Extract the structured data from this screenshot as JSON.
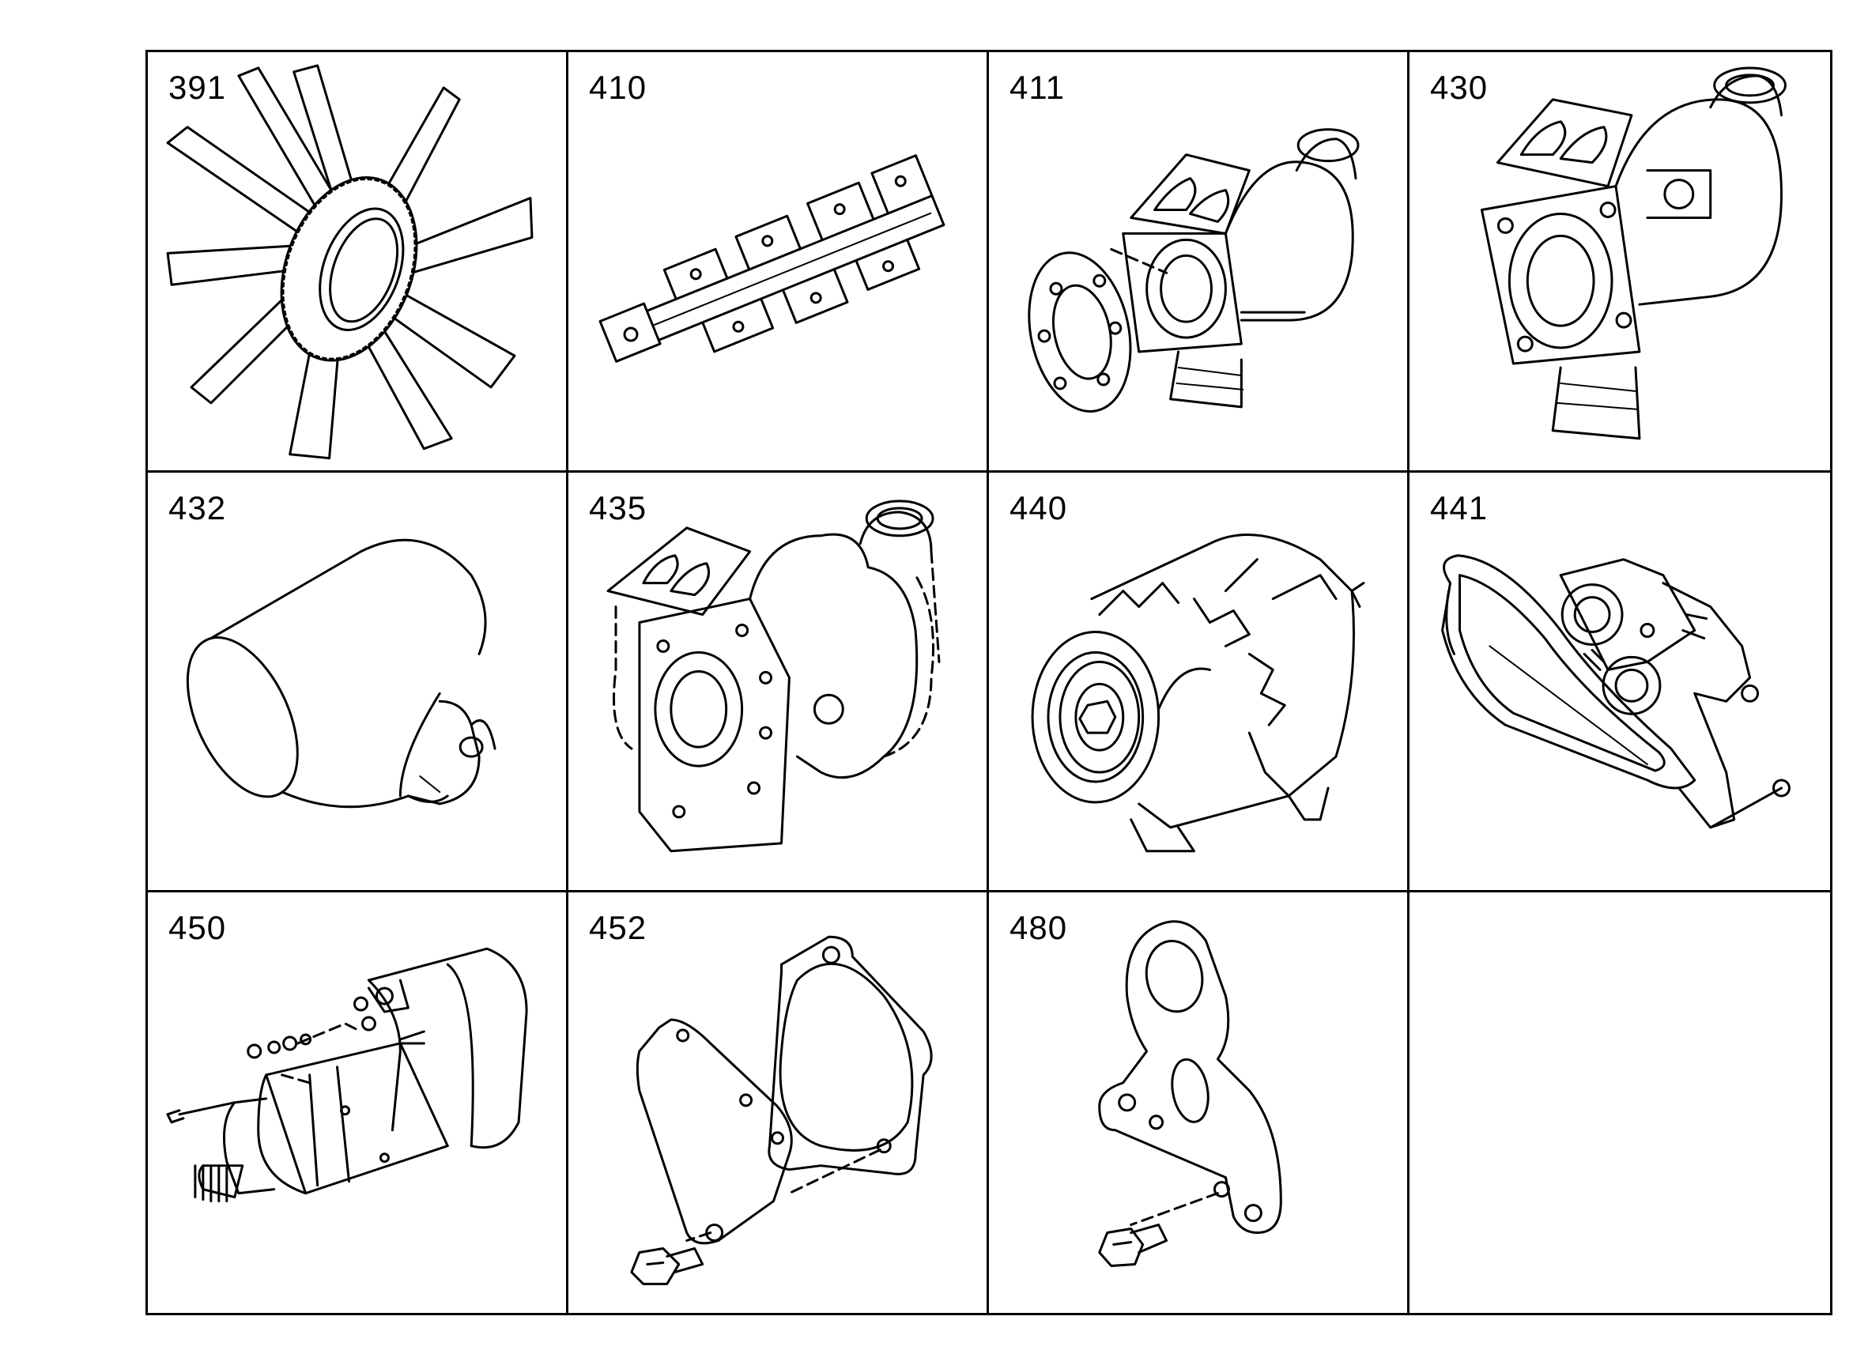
{
  "parts": [
    {
      "number": "391",
      "icon": "fan-icon"
    },
    {
      "number": "410",
      "icon": "exhaust-manifold-icon"
    },
    {
      "number": "411",
      "icon": "turbocharger-gasket-icon"
    },
    {
      "number": "430",
      "icon": "turbocharger-icon"
    },
    {
      "number": "432",
      "icon": "elbow-pipe-icon"
    },
    {
      "number": "435",
      "icon": "turbocharger-outline-icon"
    },
    {
      "number": "440",
      "icon": "alternator-icon"
    },
    {
      "number": "441",
      "icon": "belt-tensioner-icon"
    },
    {
      "number": "450",
      "icon": "starter-motor-icon"
    },
    {
      "number": "452",
      "icon": "cover-plate-gasket-icon"
    },
    {
      "number": "480",
      "icon": "bracket-icon"
    },
    {
      "number": "",
      "icon": ""
    }
  ]
}
